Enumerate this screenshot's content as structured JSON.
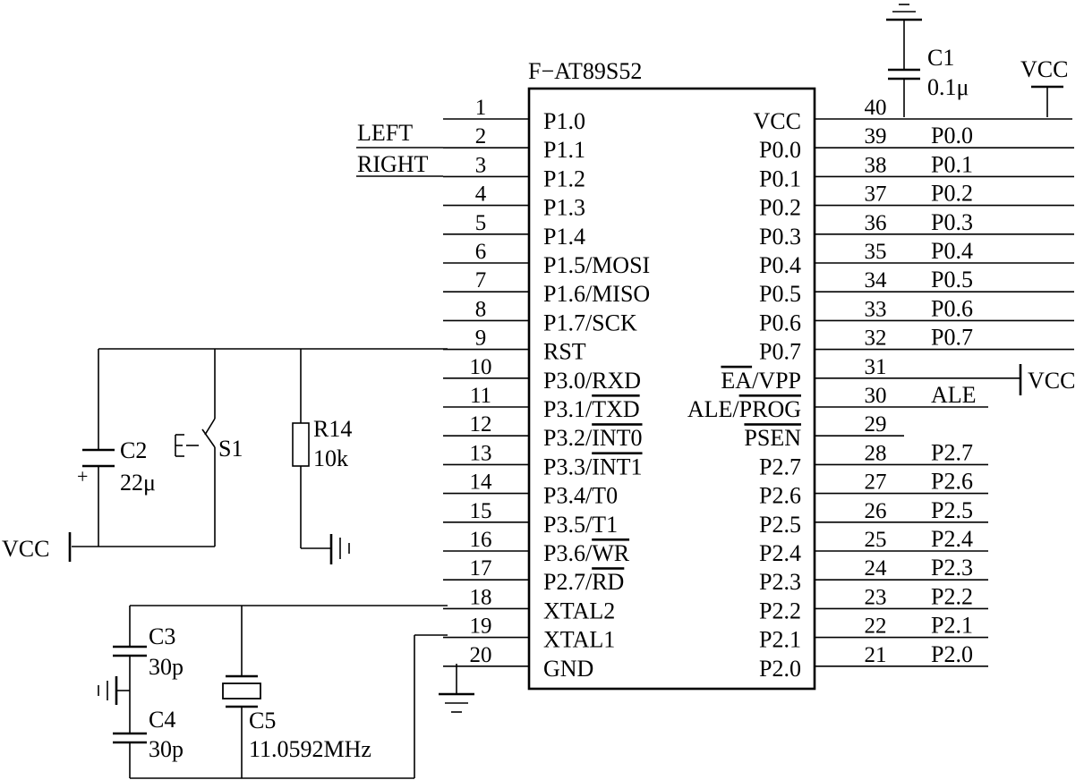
{
  "chip": {
    "title": "F−AT89S52",
    "left_pins": [
      {
        "num": "1",
        "label": "P1.0"
      },
      {
        "num": "2",
        "label": "P1.1"
      },
      {
        "num": "3",
        "label": "P1.2"
      },
      {
        "num": "4",
        "label": "P1.3"
      },
      {
        "num": "5",
        "label": "P1.4"
      },
      {
        "num": "6",
        "label": "P1.5/MOSI"
      },
      {
        "num": "7",
        "label": "P1.6/MISO"
      },
      {
        "num": "8",
        "label": "P1.7/SCK"
      },
      {
        "num": "9",
        "label": "RST"
      },
      {
        "num": "10",
        "label": "P3.0/RXD"
      },
      {
        "num": "11",
        "label": "P3.1/TXD"
      },
      {
        "num": "12",
        "label": "P3.2/INT0"
      },
      {
        "num": "13",
        "label": "P3.3/INT1"
      },
      {
        "num": "14",
        "label": "P3.4/T0"
      },
      {
        "num": "15",
        "label": "P3.5/T1"
      },
      {
        "num": "16",
        "label": "P3.6/WR"
      },
      {
        "num": "17",
        "label": "P2.7/RD"
      },
      {
        "num": "18",
        "label": "XTAL2"
      },
      {
        "num": "19",
        "label": "XTAL1"
      },
      {
        "num": "20",
        "label": "GND"
      }
    ],
    "right_pins": [
      {
        "num": "40",
        "label": "VCC",
        "net": ""
      },
      {
        "num": "39",
        "label": "P0.0",
        "net": "P0.0"
      },
      {
        "num": "38",
        "label": "P0.1",
        "net": "P0.1"
      },
      {
        "num": "37",
        "label": "P0.2",
        "net": "P0.2"
      },
      {
        "num": "36",
        "label": "P0.3",
        "net": "P0.3"
      },
      {
        "num": "35",
        "label": "P0.4",
        "net": "P0.4"
      },
      {
        "num": "34",
        "label": "P0.5",
        "net": "P0.5"
      },
      {
        "num": "33",
        "label": "P0.6",
        "net": "P0.6"
      },
      {
        "num": "32",
        "label": "P0.7",
        "net": "P0.7"
      },
      {
        "num": "31",
        "label": "EA/VPP",
        "net": ""
      },
      {
        "num": "30",
        "label": "ALE/PROG",
        "net": "ALE"
      },
      {
        "num": "29",
        "label": "PSEN",
        "net": ""
      },
      {
        "num": "28",
        "label": "P2.7",
        "net": "P2.7"
      },
      {
        "num": "27",
        "label": "P2.6",
        "net": "P2.6"
      },
      {
        "num": "26",
        "label": "P2.5",
        "net": "P2.5"
      },
      {
        "num": "25",
        "label": "P2.4",
        "net": "P2.4"
      },
      {
        "num": "24",
        "label": "P2.3",
        "net": "P2.3"
      },
      {
        "num": "23",
        "label": "P2.2",
        "net": "P2.2"
      },
      {
        "num": "22",
        "label": "P2.1",
        "net": "P2.1"
      },
      {
        "num": "21",
        "label": "P2.0",
        "net": "P2.0"
      }
    ]
  },
  "nets": {
    "left": "LEFT",
    "right": "RIGHT",
    "vcc": "VCC"
  },
  "components": {
    "c1": {
      "name": "C1",
      "value": "0.1μ"
    },
    "c2": {
      "name": "C2",
      "value": "22μ",
      "polarity": "+"
    },
    "s1": {
      "name": "S1"
    },
    "r14": {
      "name": "R14",
      "value": "10k"
    },
    "c3": {
      "name": "C3",
      "value": "30p"
    },
    "c4": {
      "name": "C4",
      "value": "30p"
    },
    "c5": {
      "name": "C5",
      "value": "11.0592MHz"
    }
  }
}
